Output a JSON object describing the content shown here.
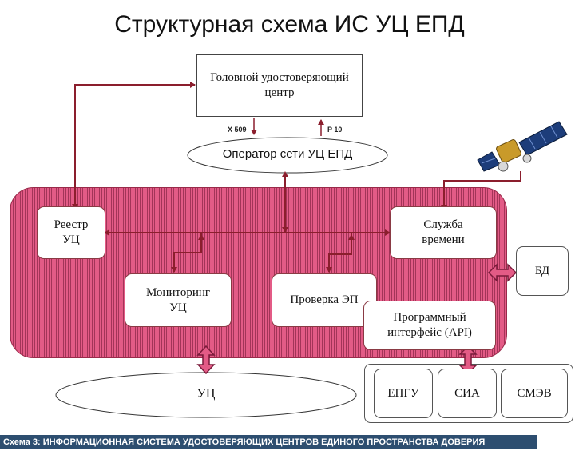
{
  "title": "Структурная схема ИС УЦ ЕПД",
  "nodes": {
    "head_ca": "Головной удостоверяющий центр",
    "operator": "Оператор сети УЦ ЕПД",
    "registry": "Реестр УЦ",
    "time_service": "Служба времени",
    "monitoring": "Мониторинг УЦ",
    "signature_check": "Проверка ЭП",
    "api": "Программный интерфейс (API)",
    "db": "БД",
    "uc": "УЦ",
    "epgu": "ЕПГУ",
    "sia": "СИА",
    "smev": "СМЭВ"
  },
  "edge_labels": {
    "x509": "X 509",
    "p10": "P 10"
  },
  "caption": "Схема 3: ИНФОРМАЦИОННАЯ СИСТЕМА УДОСТОВЕРЯЮЩИХ ЦЕНТРОВ ЕДИНОГО ПРОСТРАНСТВА ДОВЕРИЯ",
  "colors": {
    "connector": "#8b1e2d",
    "panel_fill": "#e35b86",
    "caption_bg": "#2d4e70"
  },
  "icons": [
    "satellite-icon"
  ]
}
